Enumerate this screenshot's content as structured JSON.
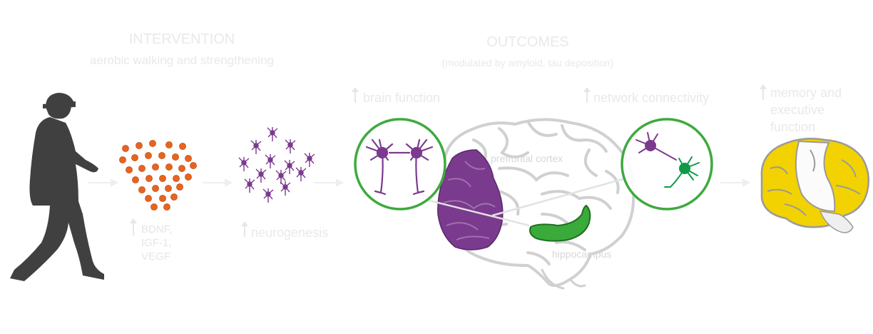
{
  "intervention": {
    "title": "INTERVENTION",
    "subtitle": "aerobic walking and strengthening"
  },
  "outcomes": {
    "title": "OUTCOMES",
    "subtitle": "(modulated by amyloid, tau deposition)"
  },
  "labels": {
    "factors": [
      "BDNF,",
      "IGF-1,",
      "VEGF"
    ],
    "neurogenesis": "neurogenesis",
    "brain_function": "brain function",
    "network_connectivity": "network connectivity",
    "memory_executive": "memory and executive function",
    "prefrontal_cortex": "prefrontal cortex",
    "hippocampus": "hippocampus"
  },
  "colors": {
    "silhouette": "#404040",
    "growth_factors": "#e8641e",
    "neuron": "#7b3a8f",
    "neuron_green": "#0f9a4a",
    "circle": "#3eaa3e",
    "prefrontal": "#7a3a8e",
    "hippocampus": "#3aab3a",
    "brain_outline": "#cfcfcf",
    "brain_yellow": "#f2d200",
    "label_text": "#e9e9e9"
  },
  "icons": [
    "walking-person-icon",
    "arrow-right-icon",
    "arrow-up-icon",
    "neuron-icon",
    "brain-icon"
  ]
}
